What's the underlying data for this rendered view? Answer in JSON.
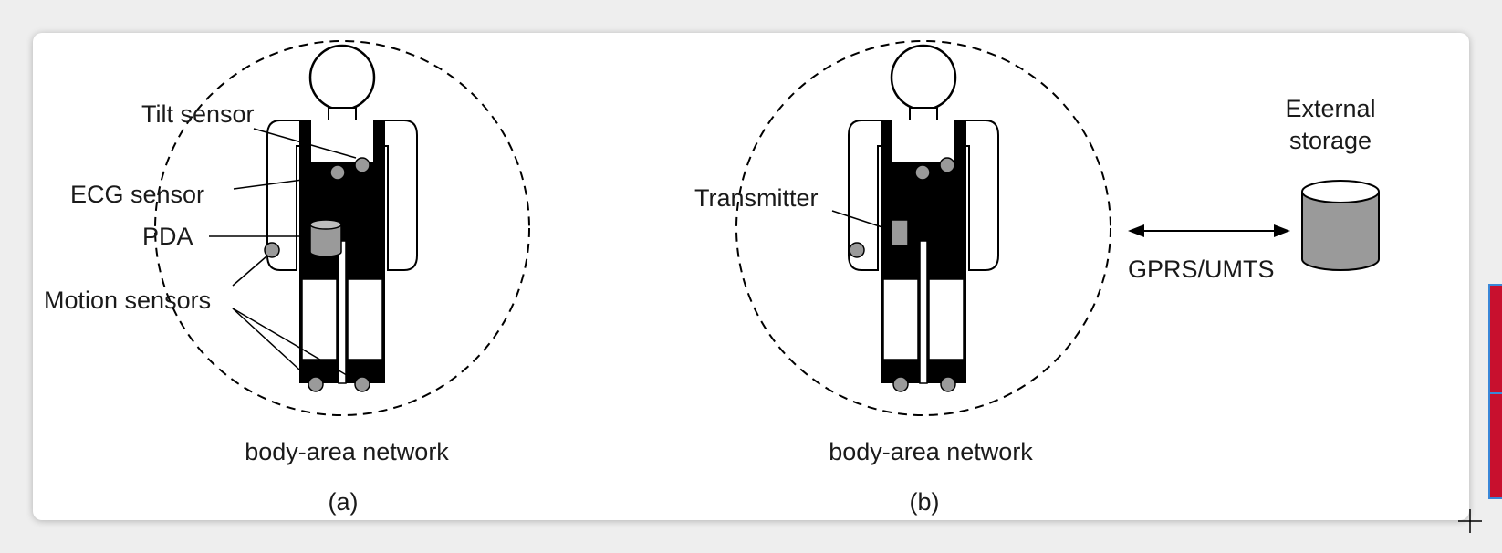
{
  "panel_a": {
    "labels": {
      "tilt": "Tilt sensor",
      "ecg": "ECG sensor",
      "pda": "PDA",
      "motion": "Motion sensors"
    },
    "network_caption": "body-area network",
    "panel_label": "(a)"
  },
  "panel_b": {
    "labels": {
      "transmitter": "Transmitter"
    },
    "network_caption": "body-area network",
    "panel_label": "(b)",
    "link_label": "GPRS/UMTS",
    "storage_label_line1": "External",
    "storage_label_line2": "storage"
  },
  "colors": {
    "sensor_fill": "#9a9a9a",
    "body_fill": "#000000",
    "card_bg": "#ffffff",
    "page_bg": "#eeeeee",
    "side_strip": "#c8102e",
    "side_strip_border": "#3a87d8"
  }
}
